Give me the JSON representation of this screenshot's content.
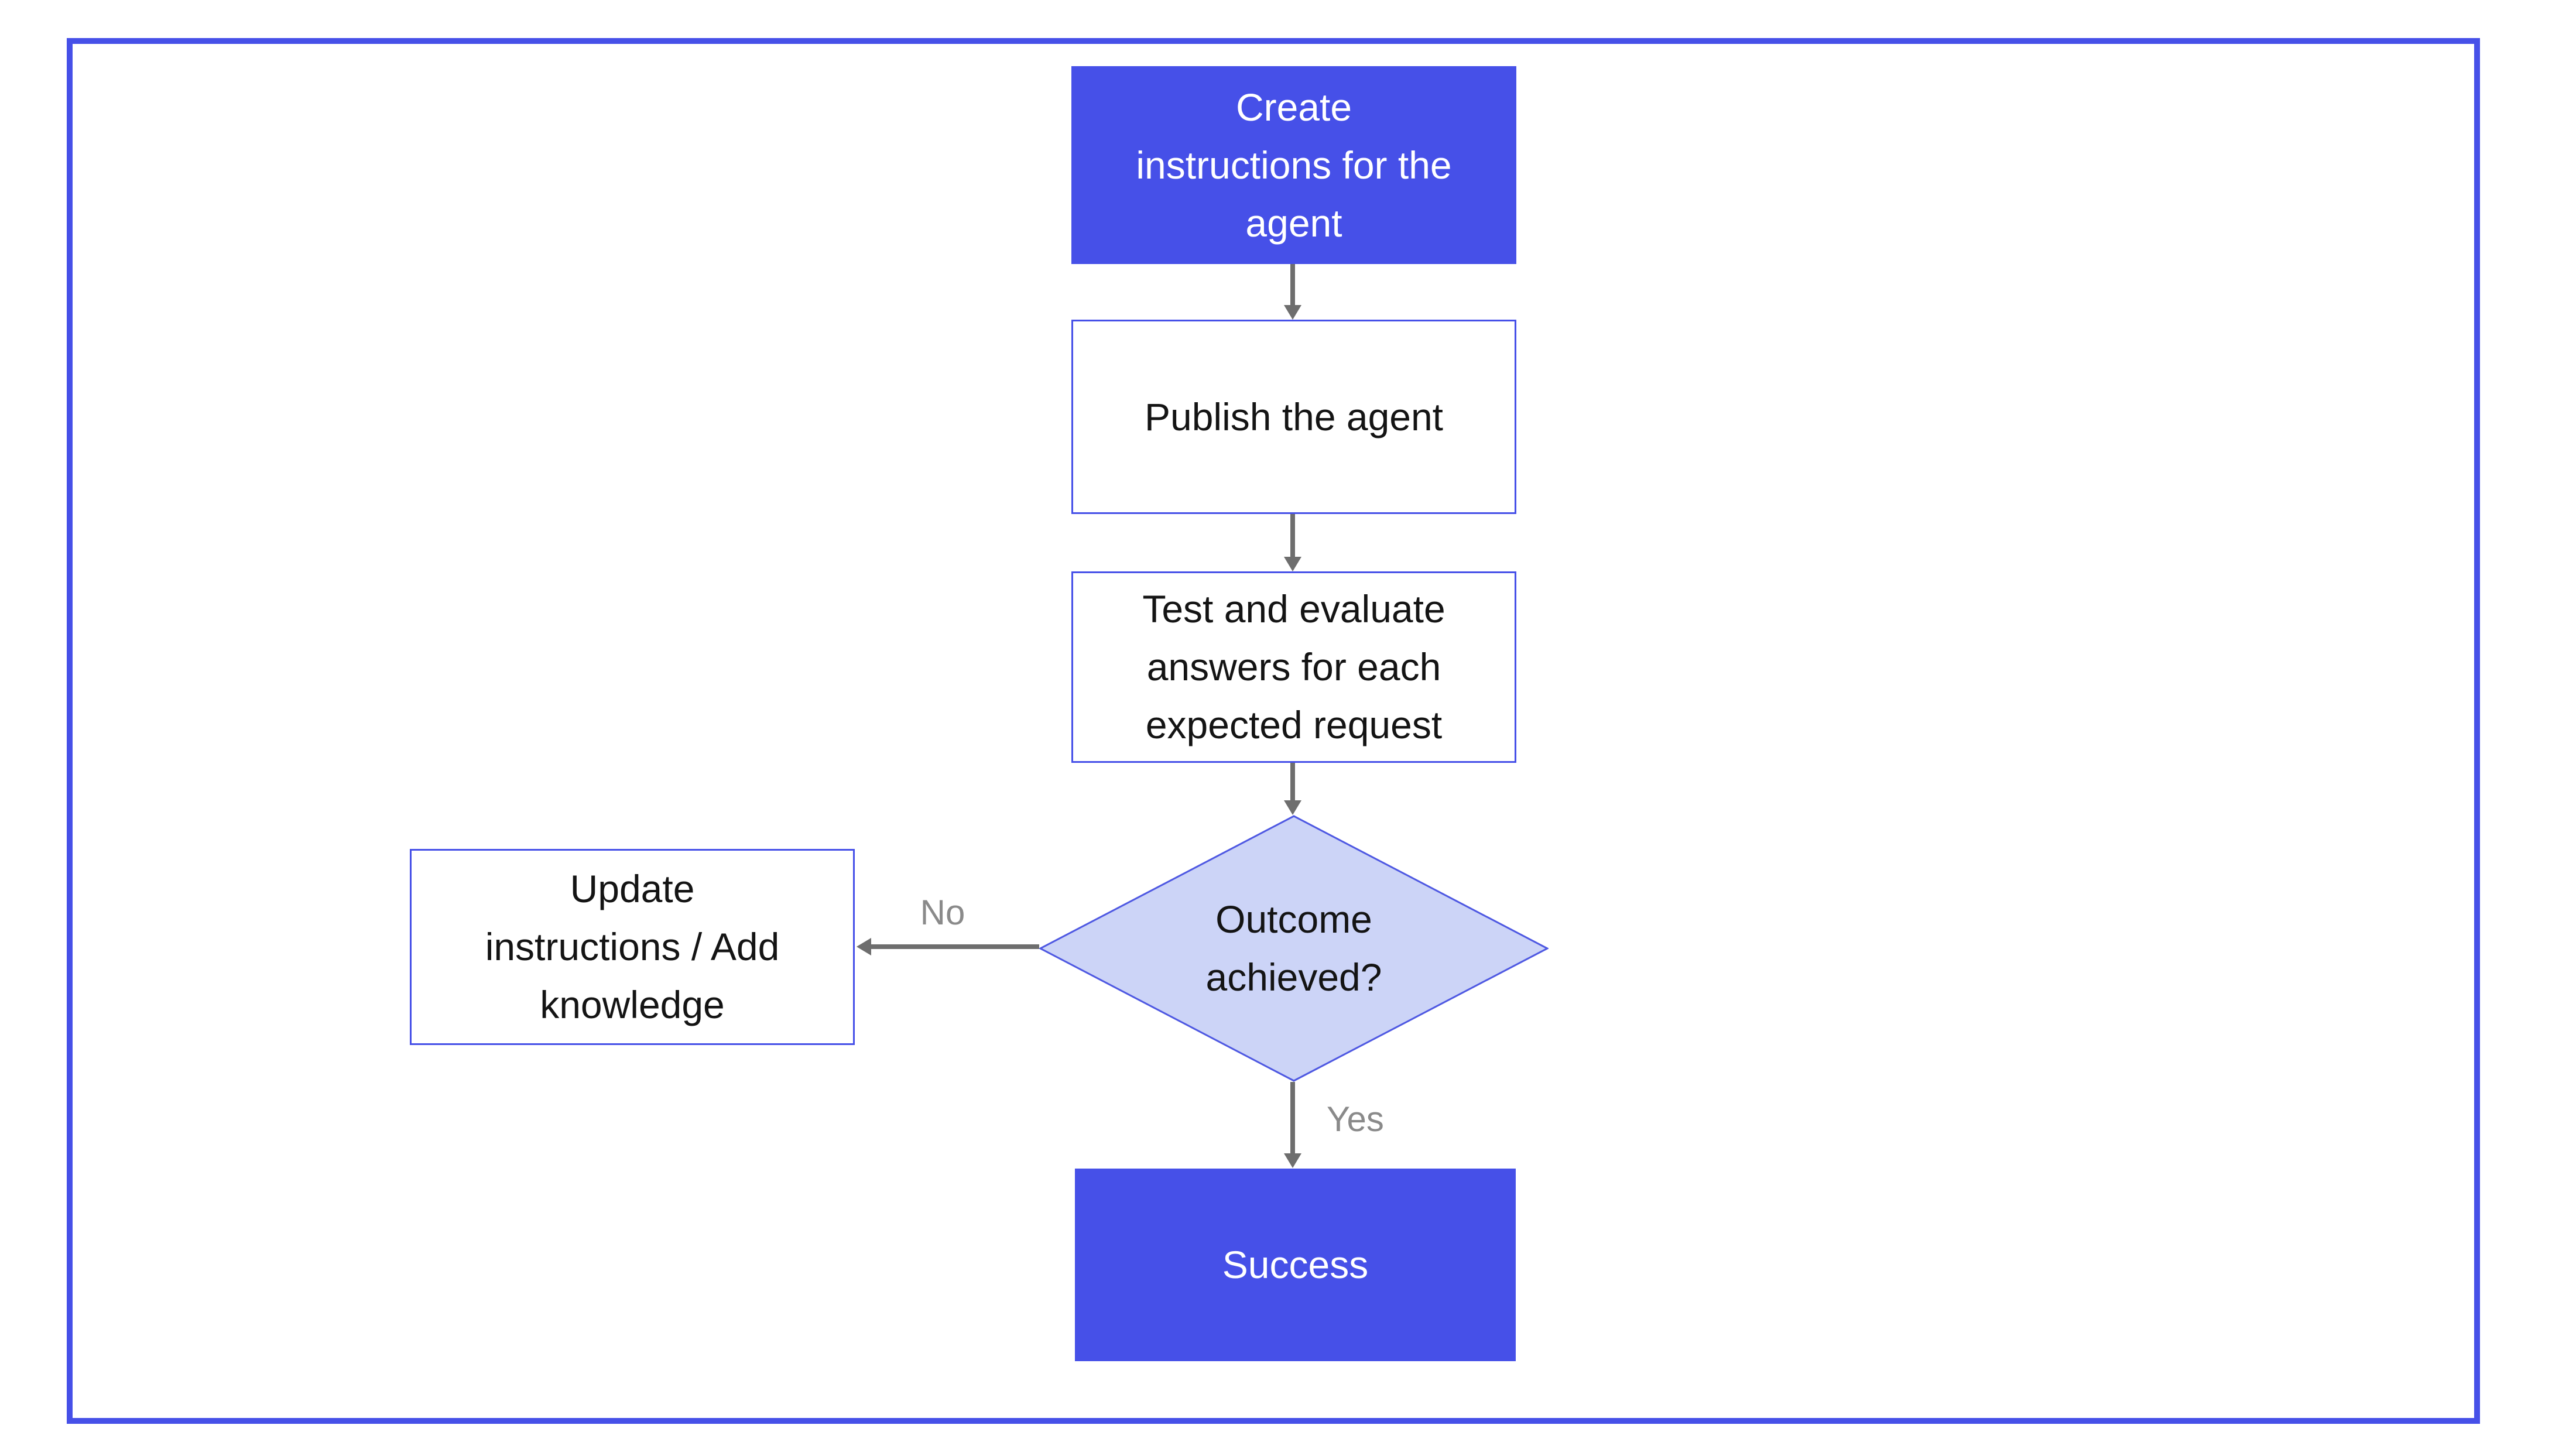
{
  "diagram": {
    "type": "flowchart",
    "nodes": {
      "create": {
        "label": "Create\ninstructions for the\nagent"
      },
      "publish": {
        "label": "Publish the agent"
      },
      "test": {
        "label": "Test and evaluate\nanswers for each\nexpected request"
      },
      "decision": {
        "label": "Outcome\nachieved?"
      },
      "update": {
        "label": "Update\ninstructions / Add\nknowledge"
      },
      "success": {
        "label": "Success"
      }
    },
    "edge_labels": {
      "no": "No",
      "yes": "Yes"
    },
    "colors": {
      "accent": "#4650E8",
      "diamond_fill": "#CCD4F7",
      "diamond_stroke": "#4E58E2",
      "arrow": "#6E6E6E",
      "edge_label": "#8A8A8A",
      "node_text": "#141414",
      "background": "#FFFFFF"
    }
  }
}
